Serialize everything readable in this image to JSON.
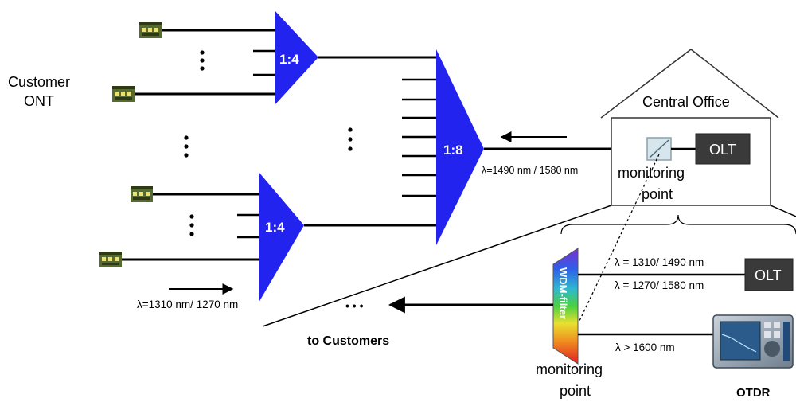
{
  "labels": {
    "customer_line1": "Customer",
    "customer_line2": "ONT",
    "splitter_small": "1:4",
    "splitter_large": "1:8",
    "central_office": "Central Office",
    "olt": "OLT",
    "monitoring_word": "monitoring",
    "point_word": "point",
    "downstream_wavelength": "λ=1490 nm / 1580 nm",
    "upstream_wavelength": "λ=1310 nm/ 1270 nm",
    "to_customers": "to Customers",
    "wdm_filter": "WDM-filter",
    "olt_wavelength_1": "λ = 1310/ 1490 nm",
    "olt_wavelength_2": "λ = 1270/ 1580 nm",
    "otdr_wavelength": "λ > 1600 nm",
    "otdr": "OTDR",
    "ellipsis": "• • •"
  },
  "colors": {
    "splitter": "#2323f0",
    "olt_box": "#3a3a3a",
    "line": "#000000",
    "house": "#333333"
  },
  "icons": [
    "ont-device-icon",
    "monitoring-coupler-icon",
    "otdr-device-icon",
    "arrow-icon"
  ]
}
